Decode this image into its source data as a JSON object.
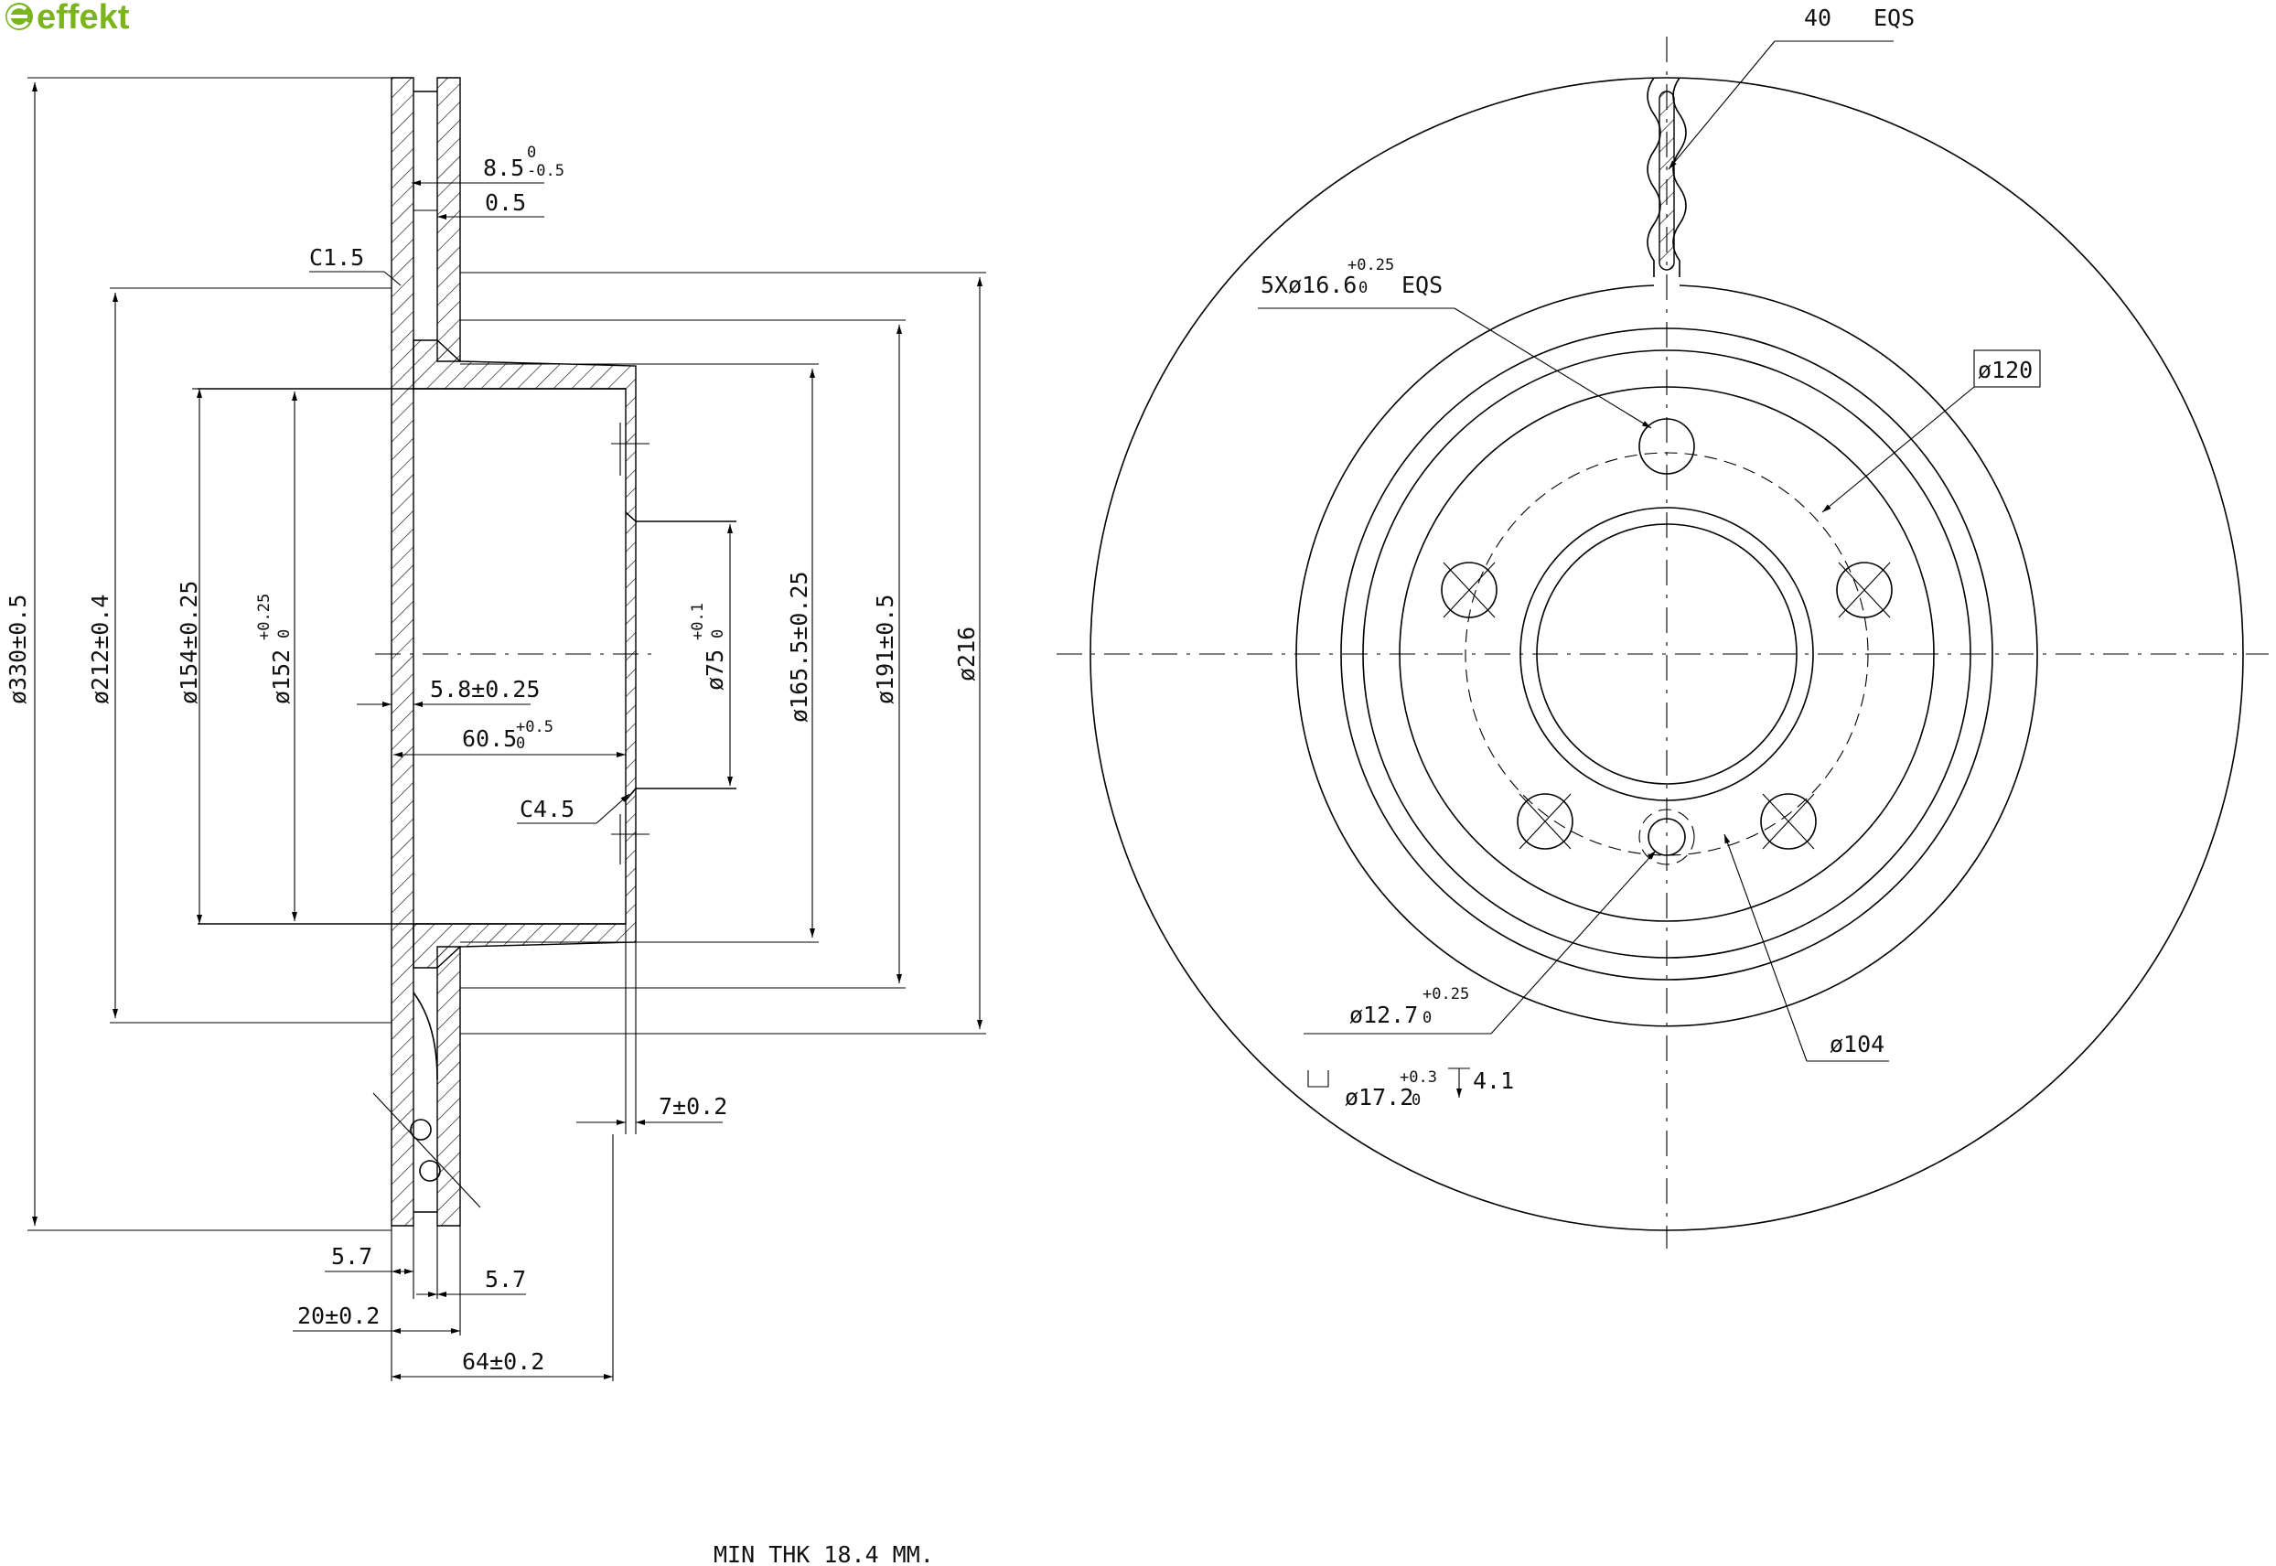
{
  "brand": {
    "name": "effekt",
    "color": "#7ab51d"
  },
  "side_view": {
    "diam_330": "ø330±0.5",
    "diam_212": "ø212±0.4",
    "diam_154": "ø154±0.25",
    "diam_152": "ø152",
    "diam_152_tol_up": "+0.25",
    "diam_152_tol_low": "0",
    "diam_75": "ø75",
    "diam_75_tol_up": "+0.1",
    "diam_75_tol_low": "0",
    "diam_165": "ø165.5±0.25",
    "diam_191": "ø191±0.5",
    "diam_216": "ø216",
    "dim_8_5": "8.5",
    "dim_8_5_tol_up": "0",
    "dim_8_5_tol_low": "-0.5",
    "dim_0_5": "0.5",
    "chamfer_1_5": "C1.5",
    "chamfer_4_5": "C4.5",
    "dim_5_8": "5.8±0.25",
    "dim_60_5": "60.5",
    "dim_60_5_tol_up": "+0.5",
    "dim_60_5_tol_low": "0",
    "dim_7": "7±0.2",
    "dim_5_7_left": "5.7",
    "dim_5_7_right": "5.7",
    "dim_20": "20±0.2",
    "dim_64": "64±0.2"
  },
  "front_view": {
    "eqs_40": "40",
    "eqs_label": "EQS",
    "bolt_holes": "5Xø16.6",
    "bolt_holes_tol_up": "+0.25",
    "bolt_holes_tol_low": "0",
    "bolt_holes_eqs": "EQS",
    "pcd_120": "ø120",
    "diam_12_7": "ø12.7",
    "diam_12_7_tol_up": "+0.25",
    "diam_12_7_tol_low": "0",
    "pcd_104": "ø104",
    "counterbore": "ø17.2",
    "counterbore_tol_up": "+0.3",
    "counterbore_tol_low": "0",
    "counterbore_depth": "4.1"
  },
  "note": "MIN THK 18.4 MM."
}
